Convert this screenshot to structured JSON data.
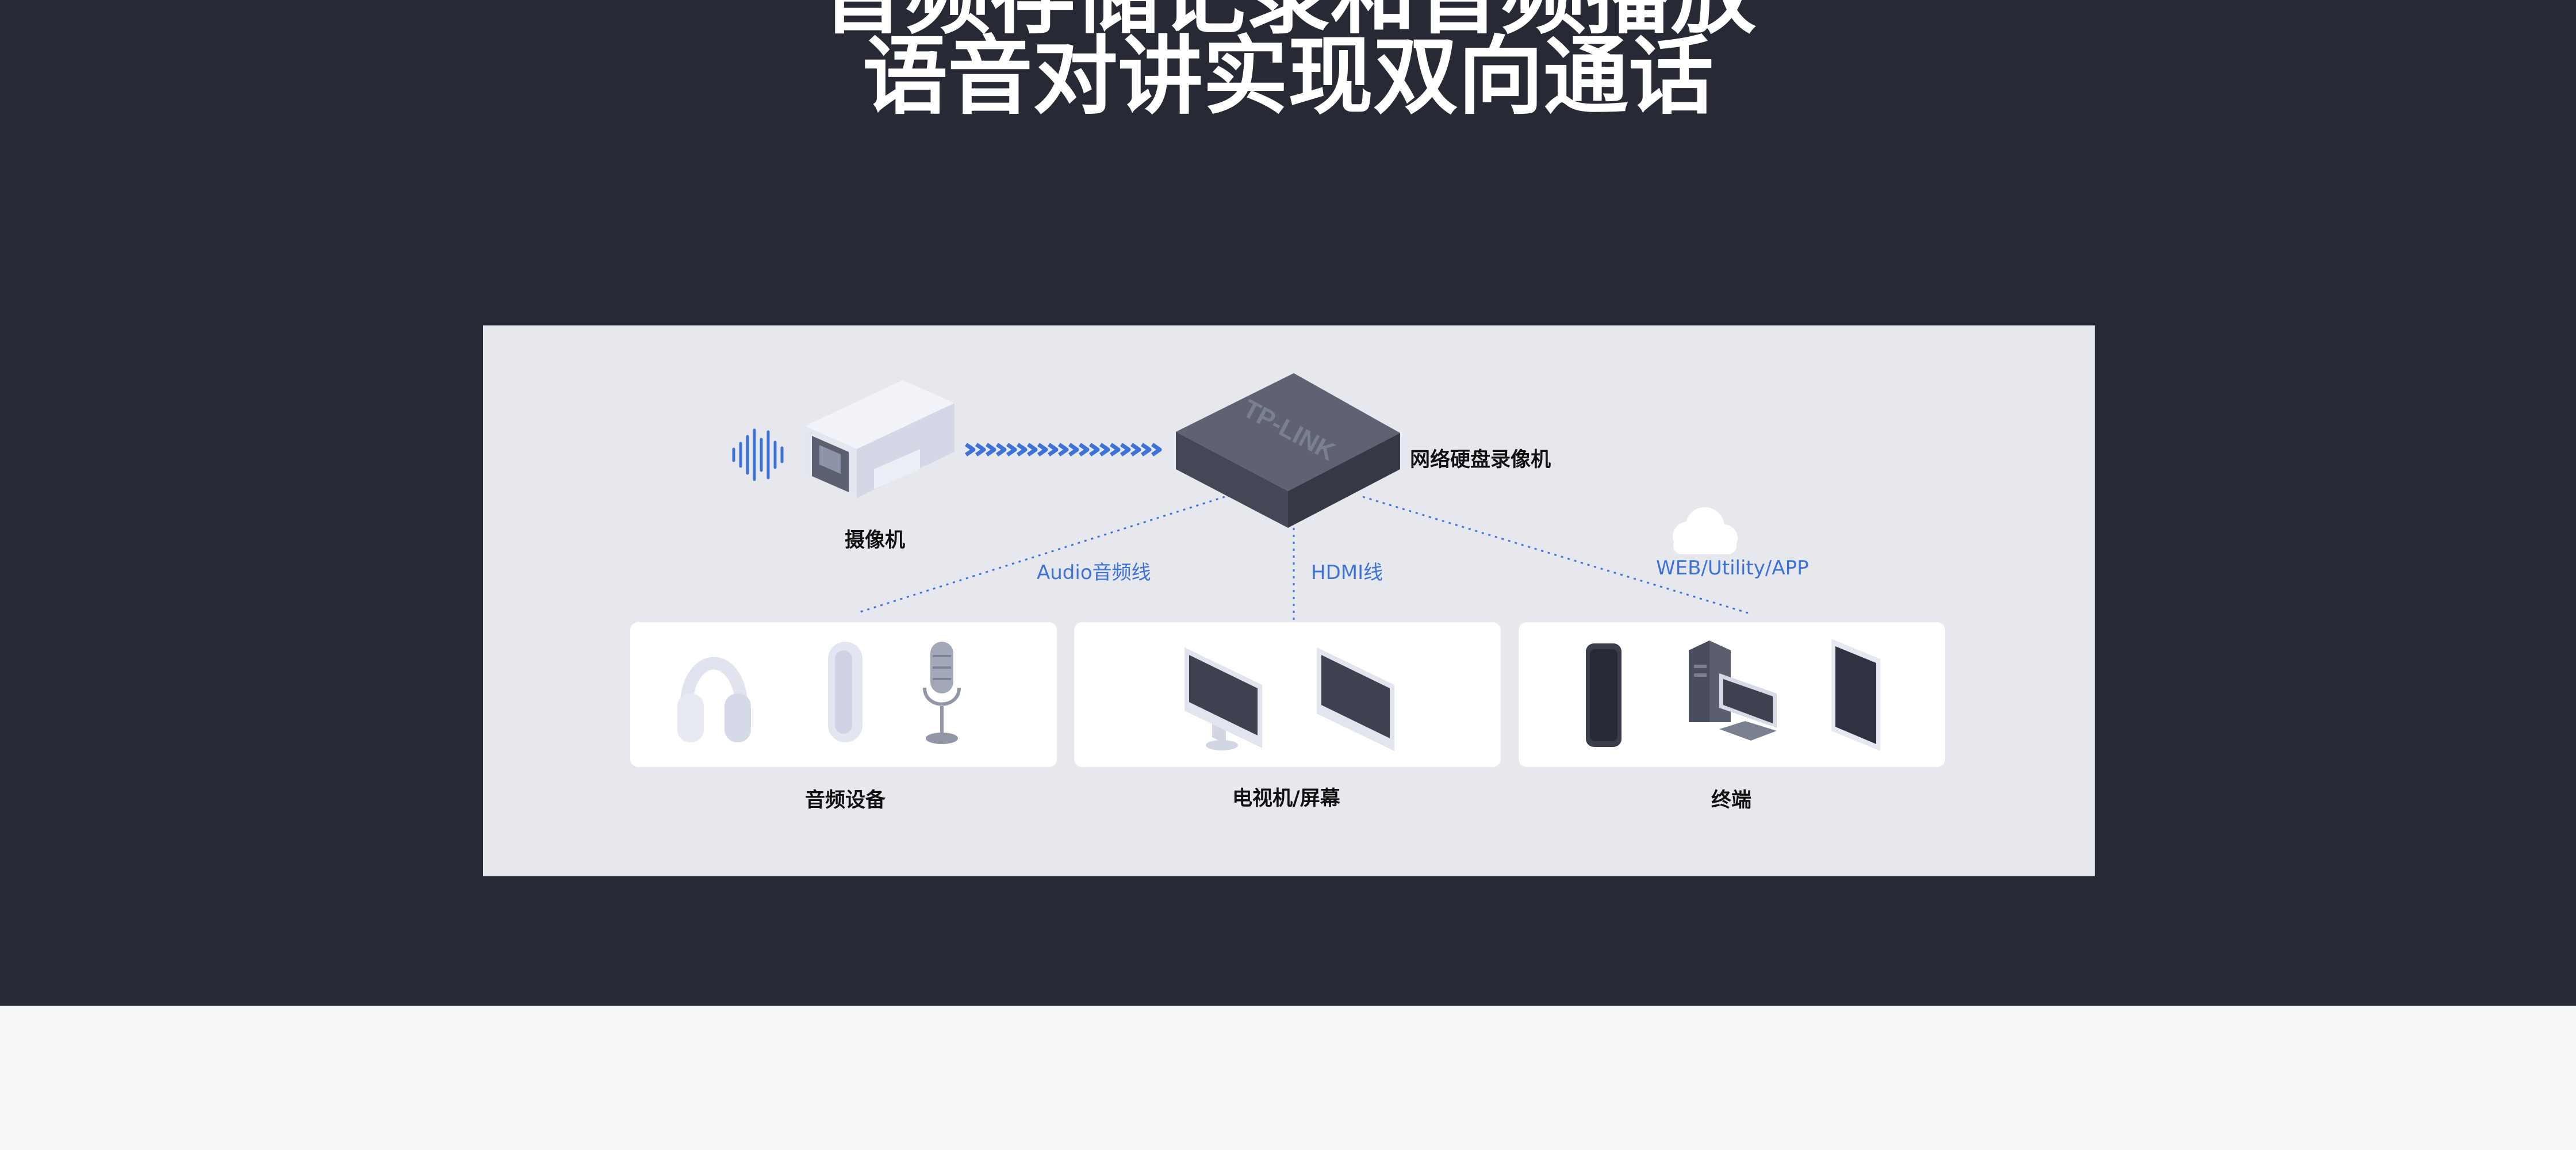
{
  "headline": {
    "line1": "音频存储记录和音频播放",
    "line2": "语音对讲实现双向通话"
  },
  "diagram": {
    "camera_label": "摄像机",
    "nvr_label": "网络硬盘录像机",
    "nvr_brand": "TP-LINK",
    "links": {
      "audio": "Audio音频线",
      "hdmi": "HDMI线",
      "web": "WEB/Utility/APP"
    },
    "groups": {
      "audio_devices": "音频设备",
      "tv_screens": "电视机/屏幕",
      "terminals": "终端"
    }
  },
  "colors": {
    "page_dark": "#272a35",
    "page_light": "#f7f8f9",
    "panel": "#e7e8ee",
    "accent_blue": "#3d73d9"
  },
  "icons": [
    "sound-wave-icon",
    "camera-icon",
    "arrow-chain-icon",
    "nvr-icon",
    "cloud-icon",
    "headphones-icon",
    "speaker-icon",
    "microphone-icon",
    "monitor-icon",
    "phone-icon",
    "desktop-pc-icon",
    "tablet-icon"
  ]
}
